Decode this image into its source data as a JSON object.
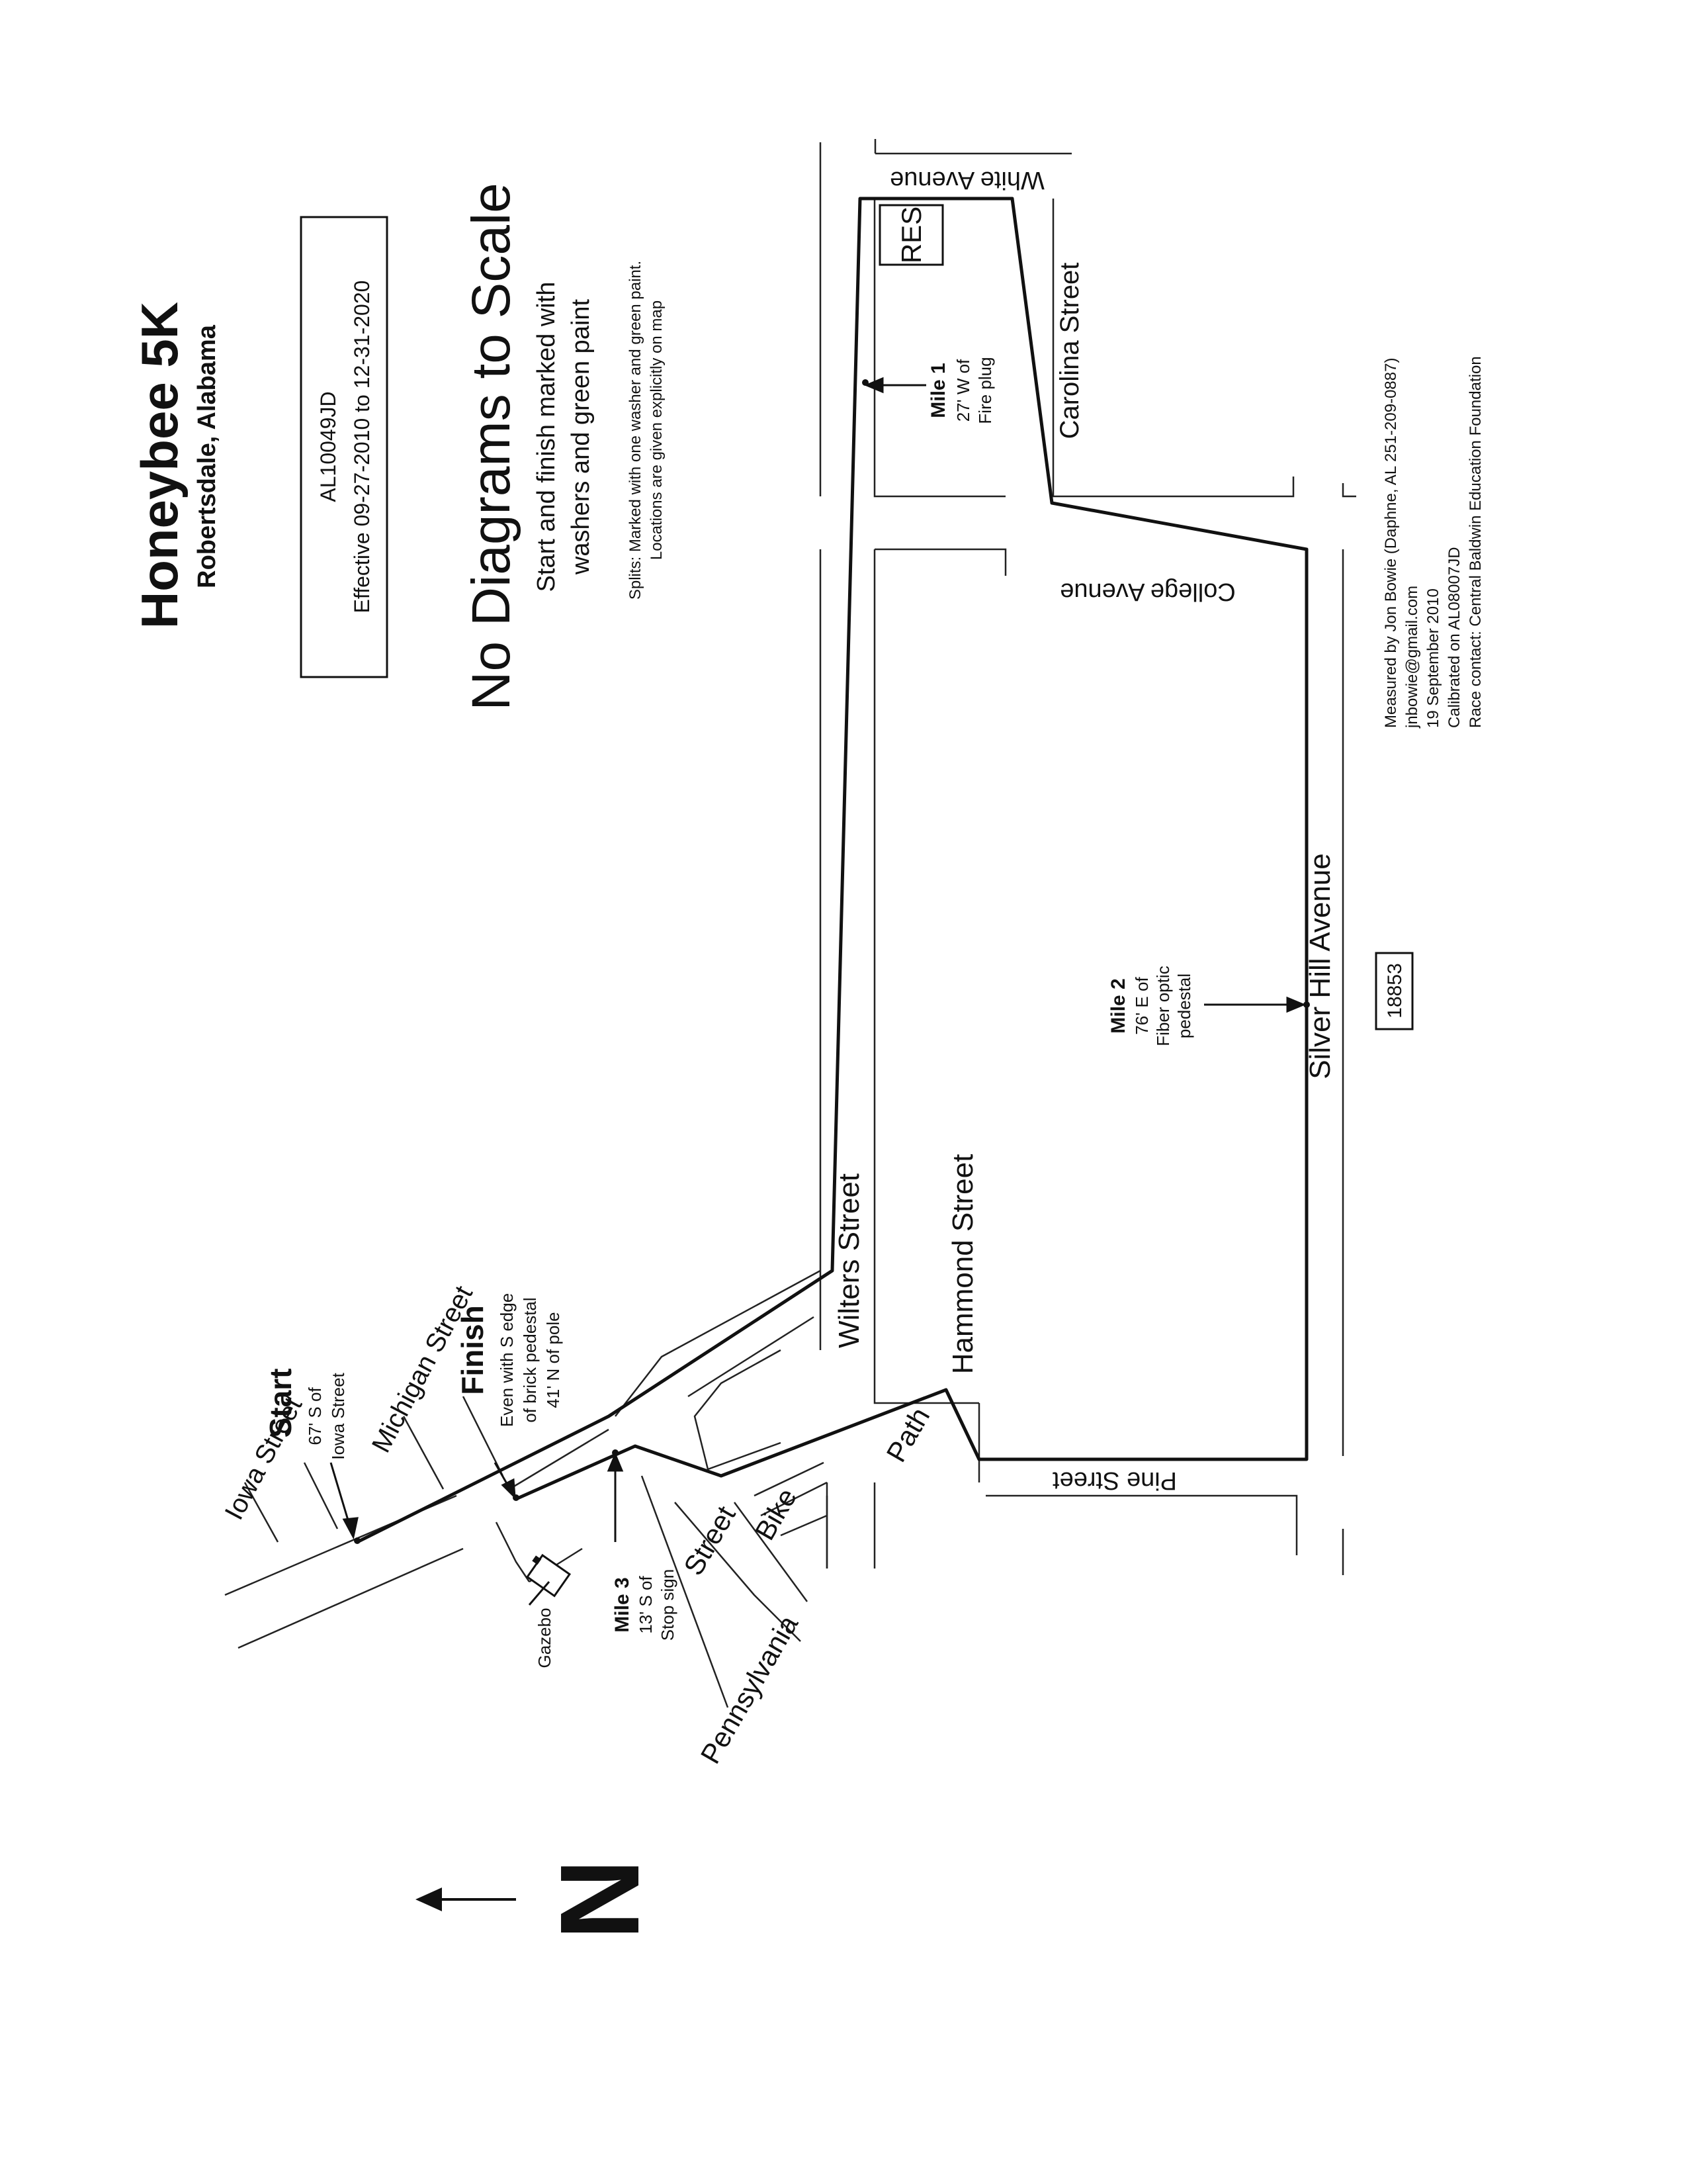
{
  "title": "Honeybee 5K",
  "location": "Robertsdale, Alabama",
  "certification": {
    "id": "AL10049JD",
    "effective": "Effective 09-27-2010 to 12-31-2020"
  },
  "notice": {
    "headline": "No Diagrams to Scale",
    "line1": "Start and finish marked with",
    "line2": "washers and green paint",
    "splits1": "Splits:  Marked with one washer and green paint.",
    "splits2": "Locations are given explicitly on map"
  },
  "streets": {
    "white_avenue": "White Avenue",
    "carolina_street": "Carolina Street",
    "college_avenue": "College Avenue",
    "silver_hill_avenue": "Silver Hill Avenue",
    "wilters_street": "Wilters Street",
    "hammond_street": "Hammond Street",
    "pine_street": "Pine Street",
    "bike": "Bike",
    "path": "Path",
    "pennsylvania_street": "Pennsylvania",
    "pennsylvania_street2": "Street",
    "iowa_street": "Iowa Street",
    "michigan_street": "Michigan Street"
  },
  "landmarks": {
    "res": "RES",
    "gazebo": "Gazebo",
    "map_id": "18853"
  },
  "markers": {
    "start": {
      "label": "Start",
      "line1": "67' S of",
      "line2": "Iowa Street"
    },
    "finish": {
      "label": "Finish",
      "line1": "Even with S edge",
      "line2": "of brick pedestal",
      "line3": "41' N of pole"
    },
    "mile1": {
      "label": "Mile 1",
      "line1": "27' W of",
      "line2": "Fire plug"
    },
    "mile2": {
      "label": "Mile 2",
      "line1": "76' E of",
      "line2": "Fiber optic",
      "line3": "pedestal"
    },
    "mile3": {
      "label": "Mile 3",
      "line1": "13' S of",
      "line2": "Stop sign"
    }
  },
  "credits": {
    "line1": "Measured by Jon Bowie (Daphne, AL 251-209-0887)",
    "line2": "jnbowie@gmail.com",
    "line3": "19 September 2010",
    "line4": "Calibrated on AL08007JD",
    "line5": "Race contact: Central Baldwin Education Foundation"
  },
  "north_label": "N"
}
